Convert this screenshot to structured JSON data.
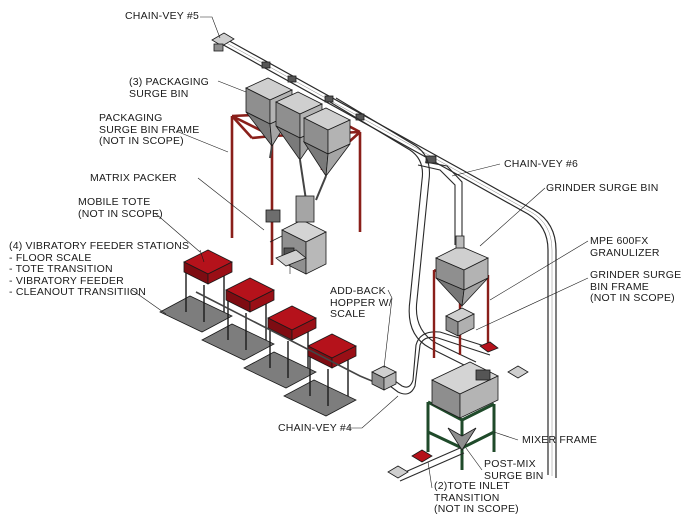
{
  "labels": {
    "chain_vey_5": [
      "CHAIN-VEY #5"
    ],
    "packaging_surge_bin": [
      "(3) PACKAGING",
      "SURGE BIN"
    ],
    "packaging_frame": [
      "PACKAGING",
      "SURGE BIN FRAME",
      "(NOT IN SCOPE)"
    ],
    "matrix_packer": [
      "MATRIX PACKER"
    ],
    "mobile_tote": [
      "MOBILE TOTE",
      "(NOT IN SCOPE)"
    ],
    "feeder_stations": [
      "(4) VIBRATORY FEEDER STATIONS",
      "- FLOOR SCALE",
      "- TOTE TRANSITION",
      "- VIBRATORY FEEDER",
      "- CLEANOUT TRANSITIION"
    ],
    "chain_vey_6": [
      "CHAIN-VEY #6"
    ],
    "grinder_surge_bin": [
      "GRINDER SURGE BIN"
    ],
    "granulizer": [
      "MPE 600FX",
      "GRANULIZER"
    ],
    "grinder_frame": [
      "GRINDER SURGE",
      "BIN FRAME",
      "(NOT IN SCOPE)"
    ],
    "add_back_hopper": [
      "ADD-BACK",
      "HOPPER W/",
      "SCALE"
    ],
    "chain_vey_4": [
      "CHAIN-VEY #4"
    ],
    "mixer_frame": [
      "MIXER FRAME"
    ],
    "post_mix_bin": [
      "POST-MIX",
      "SURGE BIN"
    ],
    "tote_inlet": [
      "(2)TOTE INLET",
      "TRANSITION",
      "(NOT IN SCOPE)"
    ]
  },
  "colors": {
    "line": "#1a1a1a",
    "steel_red": "#8a1f1a",
    "steel_green": "#1f4a2a",
    "deck_gray": "#7d7d7d",
    "hopper_gray": "#9a9a9a",
    "feeder_red": "#b5121b"
  }
}
